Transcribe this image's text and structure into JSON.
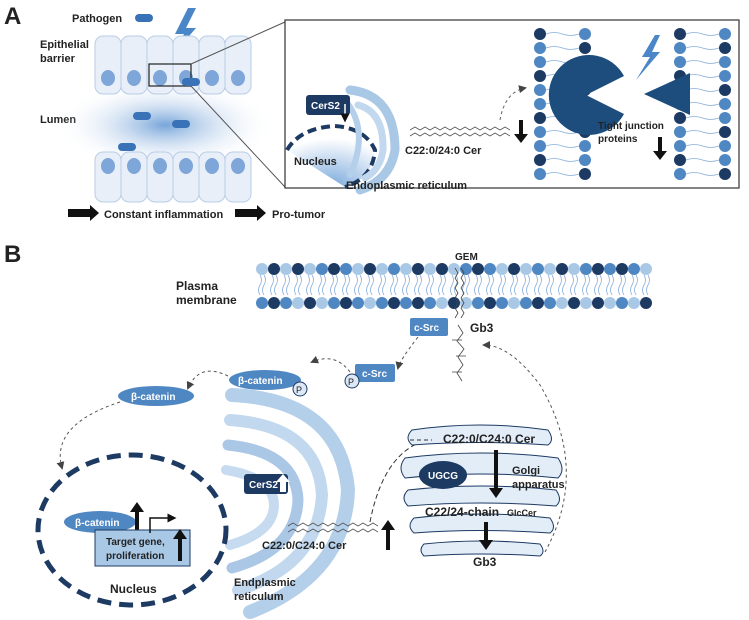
{
  "panel_a": {
    "letter": "A",
    "pathogen": "Pathogen",
    "epithelial": "Epithelial",
    "barrier": "barrier",
    "lumen": "Lumen",
    "cers2": "CerS2",
    "nucleus": "Nucleus",
    "er": "Endoplasmic reticulum",
    "ceramide": "C22:0/24:0 Cer",
    "tj_line1": "Tight junction",
    "tj_line2": "proteins",
    "flow1": "Constant inflammation",
    "flow2": "Pro-tumor"
  },
  "panel_b": {
    "letter": "B",
    "plasma1": "Plasma",
    "plasma2": "membrane",
    "gem": "GEM",
    "csrc": "c-Src",
    "csrc_p": "c-Src",
    "p": "P",
    "gb3": "Gb3",
    "bcat": "β-catenin",
    "bcat_free": "β-catenin",
    "bcat_nuc": "β-catenin",
    "target1": "Target gene,",
    "target2": "proliferation",
    "nucleus": "Nucleus",
    "cers2": "CerS2",
    "cer_er": "C22:0/C24:0 Cer",
    "er1": "Endplasmic",
    "er2": "reticulum",
    "cer_golgi": "C22:0/C24:0 Cer",
    "ugcg": "UGCG",
    "golgi1": "Golgi",
    "golgi2": "apparatus",
    "glccer_main": "C22/24-chain",
    "glccer_sub": "GlcCer",
    "gb3_golgi": "Gb3"
  },
  "colors": {
    "dark_navy": "#1d3a63",
    "mid_blue": "#4f87c2",
    "light_blue": "#a9c8e6",
    "pale_blue": "#dce8f5"
  }
}
